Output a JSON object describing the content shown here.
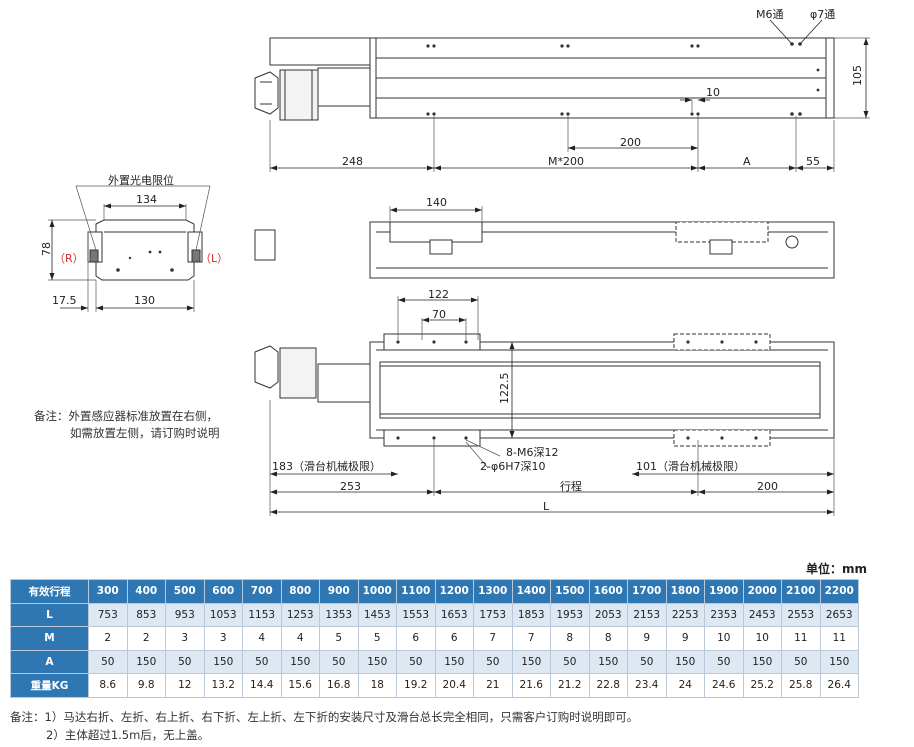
{
  "dims": {
    "top_m6": "M6通",
    "top_phi7": "φ7通",
    "top_105": "105",
    "top_10": "10",
    "top_200": "200",
    "top_248": "248",
    "top_m200": "M*200",
    "top_A": "A",
    "top_55": "55",
    "end_sensor": "外置光电限位",
    "end_134": "134",
    "end_78": "78",
    "end_R": "（R）",
    "end_L": "（L）",
    "end_17_5": "17.5",
    "end_130": "130",
    "side_140": "140",
    "plan_122": "122",
    "plan_70": "70",
    "plan_122_5": "122.5",
    "plan_8m6": "8-M6深12",
    "plan_2phi6": "2-φ6H7深10",
    "plan_183": "183（滑台机械极限）",
    "plan_101": "101（滑台机械极限）",
    "plan_253": "253",
    "plan_stroke": "行程",
    "plan_200": "200",
    "plan_L": "L"
  },
  "side_note": {
    "line1": "备注：外置感应器标准放置在右侧，",
    "line2": "如需放置左侧，请订购时说明"
  },
  "unit_label": "单位：mm",
  "table": {
    "header": "有效行程",
    "strokes": [
      "300",
      "400",
      "500",
      "600",
      "700",
      "800",
      "900",
      "1000",
      "1100",
      "1200",
      "1300",
      "1400",
      "1500",
      "1600",
      "1700",
      "1800",
      "1900",
      "2000",
      "2100",
      "2200"
    ],
    "rows": [
      {
        "label": "L",
        "values": [
          "753",
          "853",
          "953",
          "1053",
          "1153",
          "1253",
          "1353",
          "1453",
          "1553",
          "1653",
          "1753",
          "1853",
          "1953",
          "2053",
          "2153",
          "2253",
          "2353",
          "2453",
          "2553",
          "2653"
        ]
      },
      {
        "label": "M",
        "values": [
          "2",
          "2",
          "3",
          "3",
          "4",
          "4",
          "5",
          "5",
          "6",
          "6",
          "7",
          "7",
          "8",
          "8",
          "9",
          "9",
          "10",
          "10",
          "11",
          "11"
        ]
      },
      {
        "label": "A",
        "values": [
          "50",
          "150",
          "50",
          "150",
          "50",
          "150",
          "50",
          "150",
          "50",
          "150",
          "50",
          "150",
          "50",
          "150",
          "50",
          "150",
          "50",
          "150",
          "50",
          "150"
        ]
      },
      {
        "label": "重量KG",
        "values": [
          "8.6",
          "9.8",
          "12",
          "13.2",
          "14.4",
          "15.6",
          "16.8",
          "18",
          "19.2",
          "20.4",
          "21",
          "21.6",
          "21.2",
          "22.8",
          "23.4",
          "24",
          "24.6",
          "25.2",
          "25.8",
          "26.4"
        ]
      }
    ]
  },
  "footnotes": {
    "line1": "备注：1）马达右折、左折、右上折、右下折、左上折、左下折的安装尺寸及滑台总长完全相同，只需客户订购时说明即可。",
    "line2": "2）主体超过1.5m后，无上盖。"
  }
}
